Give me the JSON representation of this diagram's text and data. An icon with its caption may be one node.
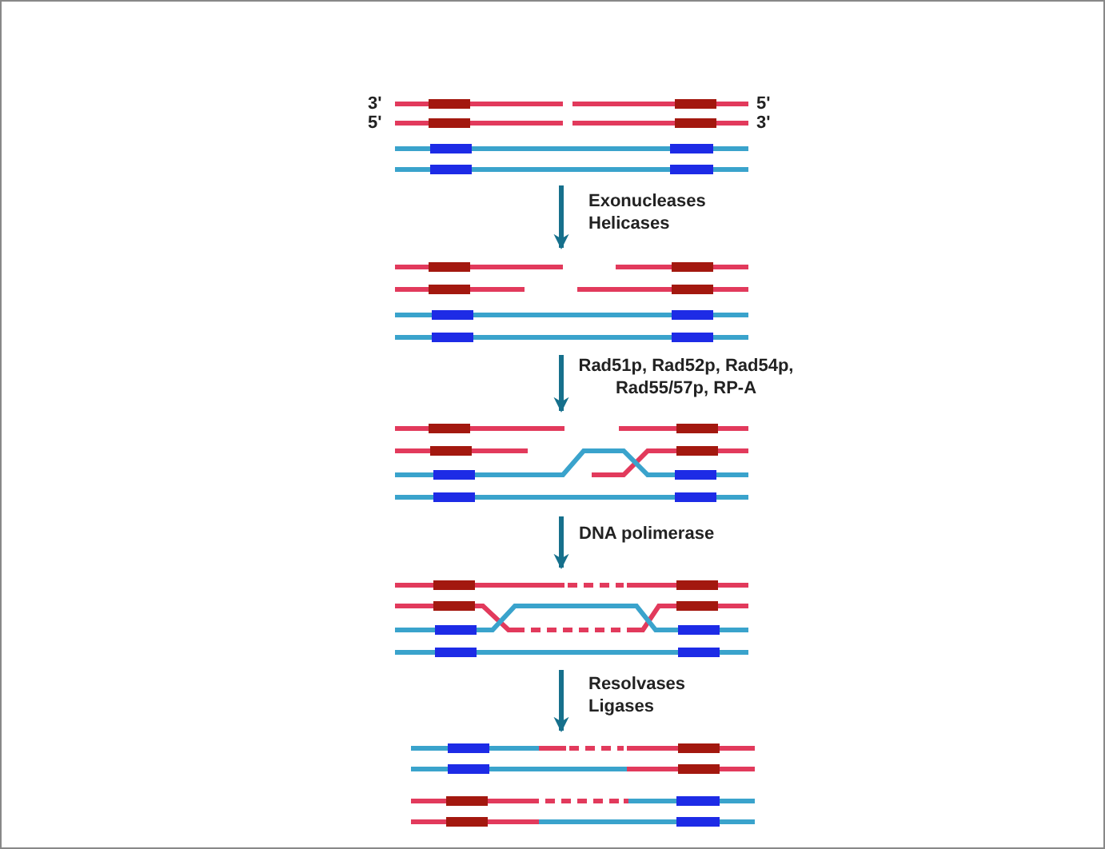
{
  "diagram": {
    "nodes": [
      {
        "text": [],
        "shape": "picture"
      },
      {
        "text": [],
        "shape": "picture"
      },
      {
        "text": [],
        "shape": "picture"
      },
      {
        "text": [],
        "shape": "picture"
      },
      {
        "text": [],
        "shape": "picture"
      }
    ],
    "edges": [
      {
        "from": 0,
        "to": 1,
        "arrow": "to",
        "label": "Exonucleases Helicases"
      },
      {
        "from": 1,
        "to": 2,
        "arrow": "to",
        "label": "Rad51p, Rad52p, Rad54p, Rad55/57p, RP-A"
      },
      {
        "from": 2,
        "to": 3,
        "arrow": "to",
        "label": "DNA polimerase"
      },
      {
        "from": 3,
        "to": 4,
        "arrow": "to",
        "label": "Resolvases Ligases"
      }
    ],
    "labels": [
      "3'",
      "5'",
      "5'",
      "3'"
    ]
  }
}
